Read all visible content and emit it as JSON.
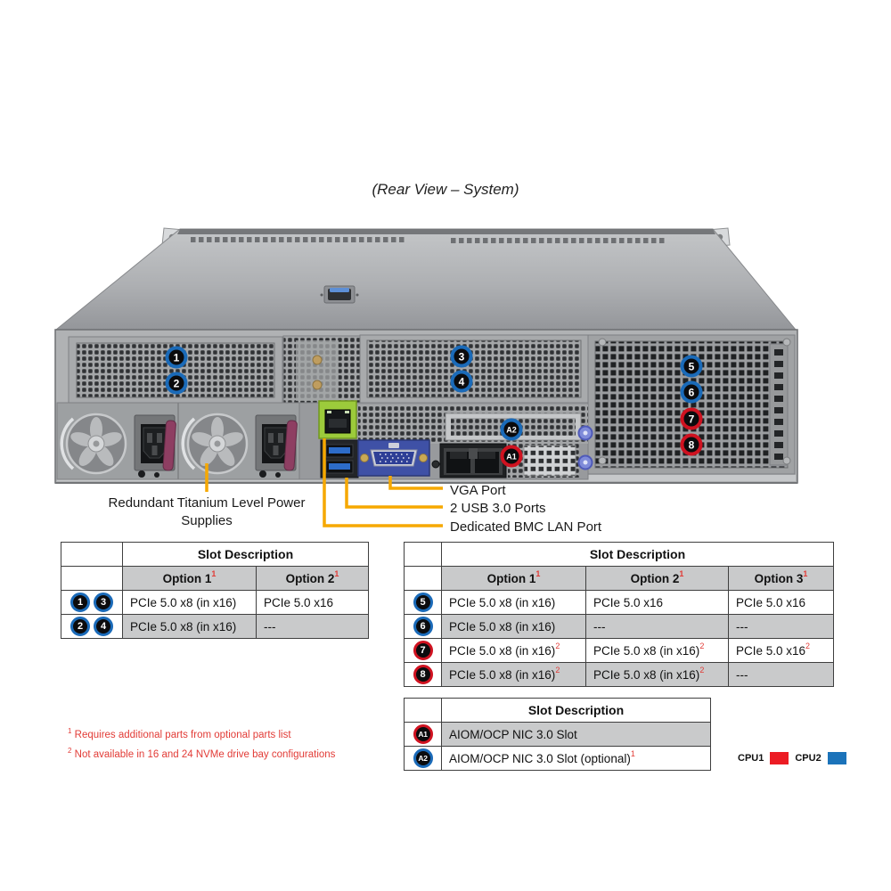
{
  "title": "(Rear View – System)",
  "callouts": {
    "psu_label": "Redundant Titanium Level Power Supplies",
    "vga_label": "VGA Port",
    "usb_label": "2 USB 3.0 Ports",
    "bmc_label": "Dedicated BMC LAN Port"
  },
  "server_badges": [
    {
      "label": "1",
      "color": "blue"
    },
    {
      "label": "2",
      "color": "blue"
    },
    {
      "label": "3",
      "color": "blue"
    },
    {
      "label": "4",
      "color": "blue"
    },
    {
      "label": "5",
      "color": "blue"
    },
    {
      "label": "6",
      "color": "blue"
    },
    {
      "label": "7",
      "color": "red"
    },
    {
      "label": "8",
      "color": "red"
    },
    {
      "label": "A1",
      "color": "red"
    },
    {
      "label": "A2",
      "color": "blue"
    }
  ],
  "tables": {
    "left": {
      "header": "Slot Description",
      "columns": [
        {
          "label": "Option 1",
          "sup": "1"
        },
        {
          "label": "Option 2",
          "sup": "1"
        }
      ],
      "rows": [
        {
          "badges": [
            {
              "label": "1",
              "color": "blue"
            },
            {
              "label": "3",
              "color": "blue"
            }
          ],
          "cells": [
            {
              "t": "PCIe 5.0 x8 (in x16)"
            },
            {
              "t": "PCIe 5.0 x16"
            }
          ],
          "shaded": false
        },
        {
          "badges": [
            {
              "label": "2",
              "color": "blue"
            },
            {
              "label": "4",
              "color": "blue"
            }
          ],
          "cells": [
            {
              "t": "PCIe 5.0 x8 (in x16)"
            },
            {
              "t": "---"
            }
          ],
          "shaded": true
        }
      ]
    },
    "right": {
      "header": "Slot Description",
      "columns": [
        {
          "label": "Option 1",
          "sup": "1"
        },
        {
          "label": "Option 2",
          "sup": "1"
        },
        {
          "label": "Option 3",
          "sup": "1"
        }
      ],
      "rows": [
        {
          "badges": [
            {
              "label": "5",
              "color": "blue"
            }
          ],
          "cells": [
            {
              "t": "PCIe 5.0 x8 (in x16)"
            },
            {
              "t": "PCIe 5.0 x16"
            },
            {
              "t": "PCIe 5.0 x16"
            }
          ],
          "shaded": false
        },
        {
          "badges": [
            {
              "label": "6",
              "color": "blue"
            }
          ],
          "cells": [
            {
              "t": "PCIe 5.0 x8 (in x16)"
            },
            {
              "t": "---"
            },
            {
              "t": "---"
            }
          ],
          "shaded": true
        },
        {
          "badges": [
            {
              "label": "7",
              "color": "red"
            }
          ],
          "cells": [
            {
              "t": "PCIe 5.0 x8 (in x16)",
              "s": "2"
            },
            {
              "t": "PCIe 5.0 x8 (in x16)",
              "s": "2"
            },
            {
              "t": "PCIe 5.0 x16",
              "s": "2"
            }
          ],
          "shaded": false
        },
        {
          "badges": [
            {
              "label": "8",
              "color": "red"
            }
          ],
          "cells": [
            {
              "t": "PCIe 5.0 x8 (in x16)",
              "s": "2"
            },
            {
              "t": "PCIe 5.0 x8 (in x16)",
              "s": "2"
            },
            {
              "t": "---"
            }
          ],
          "shaded": true
        }
      ]
    },
    "aiom": {
      "header": "Slot Description",
      "rows": [
        {
          "badges": [
            {
              "label": "A1",
              "color": "red"
            }
          ],
          "cells": [
            {
              "t": "AIOM/OCP NIC 3.0 Slot"
            }
          ],
          "shaded": true
        },
        {
          "badges": [
            {
              "label": "A2",
              "color": "blue"
            }
          ],
          "cells": [
            {
              "t": "AIOM/OCP NIC 3.0 Slot (optional)",
              "s": "1"
            }
          ],
          "shaded": false
        }
      ]
    }
  },
  "footnotes": [
    {
      "sup": "1",
      "text": "Requires additional parts from optional parts list"
    },
    {
      "sup": "2",
      "text": "Not available in 16 and 24 NVMe drive bay configurations"
    }
  ],
  "legend": [
    {
      "label": "CPU1",
      "color": "#ec1c24"
    },
    {
      "label": "CPU2",
      "color": "#1b73ba"
    }
  ],
  "colors": {
    "badge_blue": "#1a6ab8",
    "badge_red": "#cf1220",
    "callout": "#f6a800",
    "footnote_red": "#e23b36",
    "table_gray": "#c9cacb"
  }
}
